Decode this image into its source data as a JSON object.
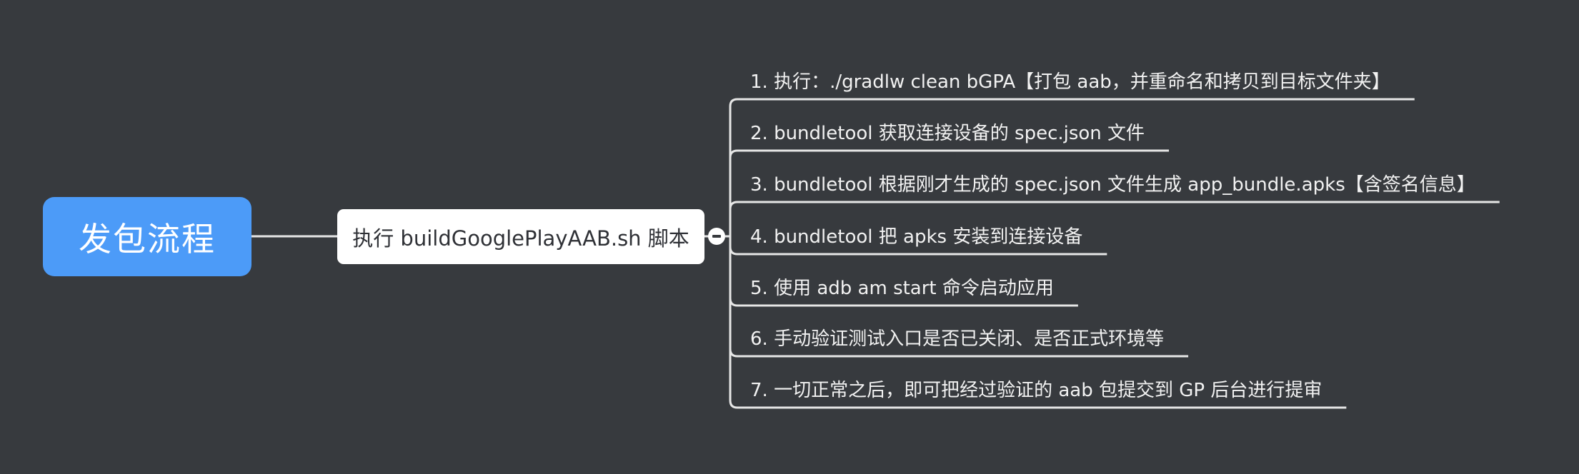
{
  "colors": {
    "background": "#373a3e",
    "root_fill": "#4c9bf8",
    "connector": "#e6e6e6"
  },
  "root": {
    "label": "发包流程"
  },
  "main": {
    "label": "执行 buildGooglePlayAAB.sh 脚本",
    "toggle_icon": "minus-icon"
  },
  "steps": [
    {
      "label": "1. 执行：./gradlw clean bGPA【打包 aab，并重命名和拷贝到目标文件夹】"
    },
    {
      "label": "2. bundletool 获取连接设备的 spec.json 文件"
    },
    {
      "label": "3. bundletool 根据刚才生成的 spec.json 文件生成 app_bundle.apks【含签名信息】"
    },
    {
      "label": "4. bundletool 把 apks 安装到连接设备"
    },
    {
      "label": "5. 使用 adb am start 命令启动应用"
    },
    {
      "label": "6. 手动验证测试入口是否已关闭、是否正式环境等"
    },
    {
      "label": "7. 一切正常之后，即可把经过验证的 aab 包提交到 GP 后台进行提审"
    }
  ]
}
